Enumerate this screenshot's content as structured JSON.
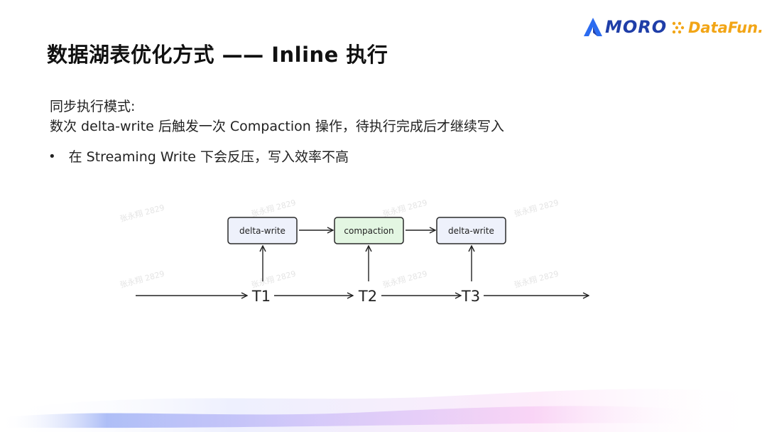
{
  "slide": {
    "title": "数据湖表优化方式 —— Inline 执行"
  },
  "logos": {
    "amoro": "MORO",
    "datafun": "DataFun."
  },
  "content": {
    "mode_heading": "同步执行模式:",
    "mode_description": "数次 delta-write 后触发一次 Compaction 操作，待执行完成后才继续写入",
    "bullet": "在 Streaming Write 下会反压，写入效率不高"
  },
  "diagram": {
    "boxes": [
      {
        "label": "delta-write",
        "fill": "#eef1fb"
      },
      {
        "label": "compaction",
        "fill": "#e3f6e2"
      },
      {
        "label": "delta-write",
        "fill": "#eef1fb"
      }
    ],
    "timeline": [
      "T1",
      "T2",
      "T3"
    ]
  },
  "watermark": "张永翔 2829",
  "colors": {
    "accent_blue": "#1f3ea8",
    "datafun_orange": "#f2a516",
    "box_border": "#2a2a2a"
  }
}
